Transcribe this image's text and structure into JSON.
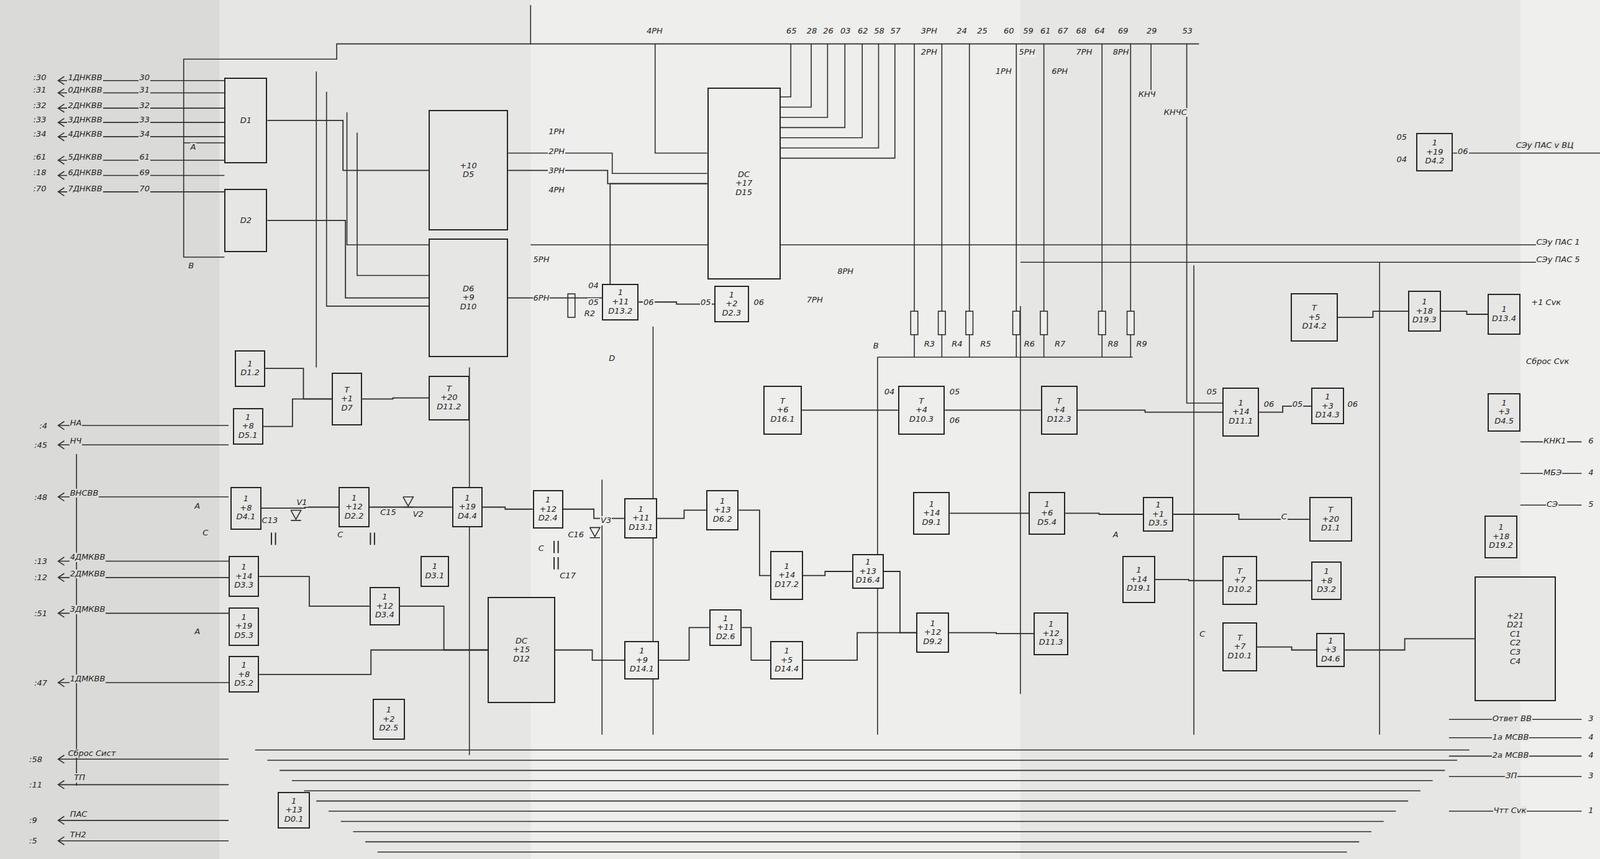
{
  "diagram": {
    "nodes": [
      {
        "text": [
          "D1"
        ]
      },
      {
        "text": [
          "D2"
        ]
      },
      {
        "text": [
          "+10",
          "D5"
        ]
      },
      {
        "text": [
          "D6",
          "+9",
          "D10"
        ]
      },
      {
        "text": [
          "DC",
          "+17",
          "D15"
        ]
      },
      {
        "text": [
          "1",
          "D1.2"
        ]
      },
      {
        "text": [
          "1",
          "+8",
          "D5.1"
        ]
      },
      {
        "text": [
          "T",
          "+1",
          "D7"
        ]
      },
      {
        "text": [
          "T",
          "+20",
          "D11.2"
        ]
      },
      {
        "text": [
          "1",
          "+11",
          "D13.2"
        ]
      },
      {
        "text": [
          "1",
          "+2",
          "D2.3"
        ]
      },
      {
        "text": [
          "T",
          "+6",
          "D16.1"
        ]
      },
      {
        "text": [
          "T",
          "+4",
          "D10.3"
        ]
      },
      {
        "text": [
          "T",
          "+4",
          "D12.3"
        ]
      },
      {
        "text": [
          "1",
          "+14",
          "D11.1"
        ]
      },
      {
        "text": [
          "1",
          "+3",
          "D14.3"
        ]
      },
      {
        "text": [
          "T",
          "+5",
          "D14.2"
        ]
      },
      {
        "text": [
          "1",
          "+18",
          "D19.3"
        ]
      },
      {
        "text": [
          "1",
          "D13.4"
        ]
      },
      {
        "text": [
          "1",
          "+19",
          "D4.2"
        ]
      },
      {
        "text": [
          "1",
          "+3",
          "D4.5"
        ]
      },
      {
        "text": [
          "1",
          "+8",
          "D4.1"
        ]
      },
      {
        "text": [
          "1",
          "+12",
          "D2.2"
        ]
      },
      {
        "text": [
          "1",
          "+19",
          "D4.4"
        ]
      },
      {
        "text": [
          "1",
          "+12",
          "D2.4"
        ]
      },
      {
        "text": [
          "1",
          "+11",
          "D13.1"
        ]
      },
      {
        "text": [
          "1",
          "+13",
          "D6.2"
        ]
      },
      {
        "text": [
          "1",
          "+14",
          "D3.3"
        ]
      },
      {
        "text": [
          "1",
          "+19",
          "D5.3"
        ]
      },
      {
        "text": [
          "1",
          "+8",
          "D5.2"
        ]
      },
      {
        "text": [
          "1",
          "+12",
          "D3.4"
        ]
      },
      {
        "text": [
          "1",
          "D3.1"
        ]
      },
      {
        "text": [
          "DC",
          "+15",
          "D12"
        ]
      },
      {
        "text": [
          "1",
          "+9",
          "D14.1"
        ]
      },
      {
        "text": [
          "1",
          "+11",
          "D2.6"
        ]
      },
      {
        "text": [
          "1",
          "+5",
          "D14.4"
        ]
      },
      {
        "text": [
          "1",
          "+14",
          "D17.2"
        ]
      },
      {
        "text": [
          "1",
          "+13",
          "D16.4"
        ]
      },
      {
        "text": [
          "1",
          "+14",
          "D9.1"
        ]
      },
      {
        "text": [
          "1",
          "+12",
          "D9.2"
        ]
      },
      {
        "text": [
          "1",
          "+6",
          "D5.4"
        ]
      },
      {
        "text": [
          "1",
          "+12",
          "D11.3"
        ]
      },
      {
        "text": [
          "1",
          "+1",
          "D3.5"
        ]
      },
      {
        "text": [
          "1",
          "+14",
          "D19.1"
        ]
      },
      {
        "text": [
          "T",
          "+7",
          "D10.2"
        ]
      },
      {
        "text": [
          "T",
          "+7",
          "D10.1"
        ]
      },
      {
        "text": [
          "T",
          "+20",
          "D1.1"
        ]
      },
      {
        "text": [
          "1",
          "+8",
          "D3.2"
        ]
      },
      {
        "text": [
          "1",
          "+3",
          "D4.6"
        ]
      },
      {
        "text": [
          "1",
          "+18",
          "D19.2"
        ]
      },
      {
        "text": [
          "+21",
          "D21",
          "С1",
          "С2",
          "С3",
          "С4"
        ]
      },
      {
        "text": [
          "1",
          "+2",
          "D2.5"
        ]
      },
      {
        "text": [
          "1",
          "+13",
          "D0.1"
        ]
      }
    ],
    "edges": [
      {
        "from": 0,
        "to": 2,
        "arrow": "none"
      },
      {
        "from": 1,
        "to": 3,
        "arrow": "none"
      },
      {
        "from": 2,
        "to": 4,
        "arrow": "none"
      },
      {
        "from": 3,
        "to": 4,
        "arrow": "none"
      },
      {
        "from": 5,
        "to": 7,
        "arrow": "none"
      },
      {
        "from": 6,
        "to": 7,
        "arrow": "none"
      },
      {
        "from": 7,
        "to": 8,
        "arrow": "none"
      },
      {
        "from": 9,
        "to": 10,
        "arrow": "none"
      },
      {
        "from": 11,
        "to": 12,
        "arrow": "none"
      },
      {
        "from": 12,
        "to": 13,
        "arrow": "none"
      },
      {
        "from": 13,
        "to": 14,
        "arrow": "none"
      },
      {
        "from": 14,
        "to": 15,
        "arrow": "none"
      },
      {
        "from": 16,
        "to": 17,
        "arrow": "none"
      },
      {
        "from": 17,
        "to": 18,
        "arrow": "none"
      },
      {
        "from": 21,
        "to": 22,
        "arrow": "none"
      },
      {
        "from": 22,
        "to": 23,
        "arrow": "none"
      },
      {
        "from": 23,
        "to": 24,
        "arrow": "none"
      },
      {
        "from": 24,
        "to": 25,
        "arrow": "none"
      },
      {
        "from": 25,
        "to": 26,
        "arrow": "none"
      },
      {
        "from": 26,
        "to": 36,
        "arrow": "none"
      },
      {
        "from": 27,
        "to": 30,
        "arrow": "none"
      },
      {
        "from": 29,
        "to": 32,
        "arrow": "none"
      },
      {
        "from": 30,
        "to": 32,
        "arrow": "none"
      },
      {
        "from": 32,
        "to": 33,
        "arrow": "none"
      },
      {
        "from": 33,
        "to": 34,
        "arrow": "none"
      },
      {
        "from": 34,
        "to": 35,
        "arrow": "none"
      },
      {
        "from": 36,
        "to": 37,
        "arrow": "none"
      },
      {
        "from": 37,
        "to": 39,
        "arrow": "none"
      },
      {
        "from": 38,
        "to": 40,
        "arrow": "none"
      },
      {
        "from": 39,
        "to": 41,
        "arrow": "none"
      },
      {
        "from": 40,
        "to": 42,
        "arrow": "none"
      },
      {
        "from": 42,
        "to": 46,
        "arrow": "none"
      },
      {
        "from": 43,
        "to": 44,
        "arrow": "none"
      },
      {
        "from": 44,
        "to": 47,
        "arrow": "none"
      },
      {
        "from": 45,
        "to": 48,
        "arrow": "none"
      },
      {
        "from": 48,
        "to": 50,
        "arrow": "none"
      },
      {
        "from": 35,
        "to": 39,
        "arrow": "none"
      }
    ],
    "labels": [
      ":30",
      "1ДНКВВ",
      "30",
      ":31",
      "0ДНКВВ",
      "31",
      ":32",
      "2ДНКВВ",
      "32",
      ":33",
      "3ДНКВВ",
      "33",
      ":34",
      "4ДНКВВ",
      "34",
      ":61",
      "5ДНКВВ",
      "61",
      ":18",
      "6ДНКВВ",
      "69",
      ":70",
      "7ДНКВВ",
      "70",
      "A",
      "B",
      "1РН",
      "2РН",
      "3РН",
      "4РН",
      "5РН",
      "6РН",
      "4РН",
      "65",
      "28",
      "26",
      "03",
      "62",
      "58",
      "57",
      "3РН",
      "24",
      "25",
      "60",
      "59",
      "61",
      "67",
      "68",
      "64",
      "69",
      "29",
      "53",
      "2РН",
      "1РН",
      "5РН",
      "6РН",
      "7РН",
      "8РН",
      "КНЧ",
      "КНЧС",
      "8РН",
      "7РН",
      "R2",
      "D",
      "B",
      "R3",
      "R4",
      "R5",
      "R6",
      "R7",
      "R8",
      "R9",
      "A",
      "C",
      "V1",
      "C13",
      "C",
      "C15",
      "V2",
      "C",
      "C16",
      "C17",
      "V3",
      "A",
      "A",
      "C",
      "C",
      ":4",
      "НА",
      ":45",
      "НЧ",
      ":48",
      "ВНСВВ",
      ":13",
      "4ДМКВВ",
      ":12",
      "2ДМКВВ",
      ":51",
      "3ДМКВВ",
      ":47",
      "1ДМКВВ",
      ":58",
      "Сброс Сист",
      ":11",
      "ТП",
      ":9",
      "ПАС",
      ":5",
      "ТН2",
      "СЭу ПАС v ВЦ",
      "СЭу ПАС 1",
      "СЭу ПАС 5",
      "+1 Сvк",
      "Сброс Сvк",
      "КНК1",
      "6",
      "МБЭ",
      "4",
      "СЭ",
      "5",
      "Ответ ВВ",
      "3",
      "1а МСВВ",
      "4",
      "2а МСВВ",
      "4",
      "ЗП",
      "3",
      "Чтт Сvк",
      "1",
      "04",
      "05",
      "06",
      "05",
      "06",
      "05",
      "04",
      "06",
      "05",
      "06",
      "05",
      "06",
      "04",
      "05",
      "06"
    ]
  }
}
